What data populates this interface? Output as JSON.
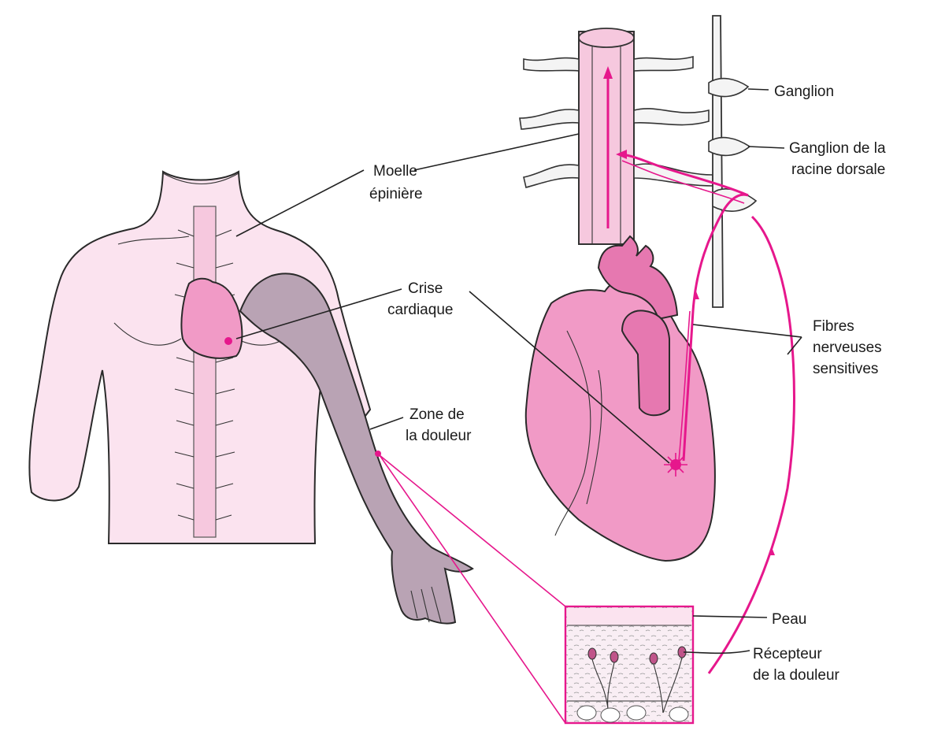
{
  "labels": {
    "spinal_cord": [
      "Moelle",
      "épinière"
    ],
    "heart_attack": [
      "Crise",
      "cardiaque"
    ],
    "pain_zone": [
      "Zone de",
      "la douleur"
    ],
    "ganglion": [
      "Ganglion"
    ],
    "dorsal_root_ganglion": [
      "Ganglion de la",
      "racine dorsale"
    ],
    "sensory_fibers": [
      "Fibres",
      "nerveuses",
      "sensitives"
    ],
    "skin": [
      "Peau"
    ],
    "pain_receptor": [
      "Récepteur",
      "de la douleur"
    ]
  },
  "colors": {
    "skin_light": "#fbe3ef",
    "heart_pink": "#f19ac6",
    "heart_pink_dark": "#e678b0",
    "arm_pain_zone": "#b9a3b4",
    "nerve_magenta": "#e6178c",
    "spine_pink": "#f6c8de"
  }
}
